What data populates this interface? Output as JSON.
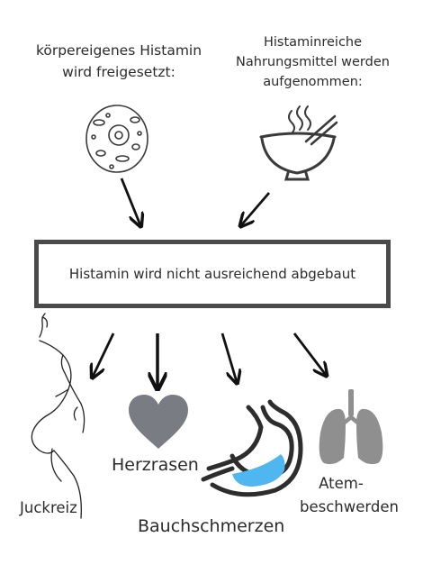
{
  "sources": {
    "body_histamine": "körpereigenes Histamin wird freigesetzt:",
    "food_histamine": "Histaminreiche Nahrungsmittel werden aufgenommen:"
  },
  "center_box": {
    "text": "Histamin wird nicht ausreichend abgebaut"
  },
  "symptoms": {
    "itching": "Juckreiz",
    "palpitations": "Herzrasen",
    "abdominal_pain": "Bauchschmerzen",
    "breathing_line1": "Atem-",
    "breathing_line2": "beschwerden"
  },
  "colors": {
    "box_border": "#4a4a4a",
    "heart": "#7a7c84",
    "lungs": "#8f8f8f",
    "stomach_fluid": "#4fb6ef"
  }
}
